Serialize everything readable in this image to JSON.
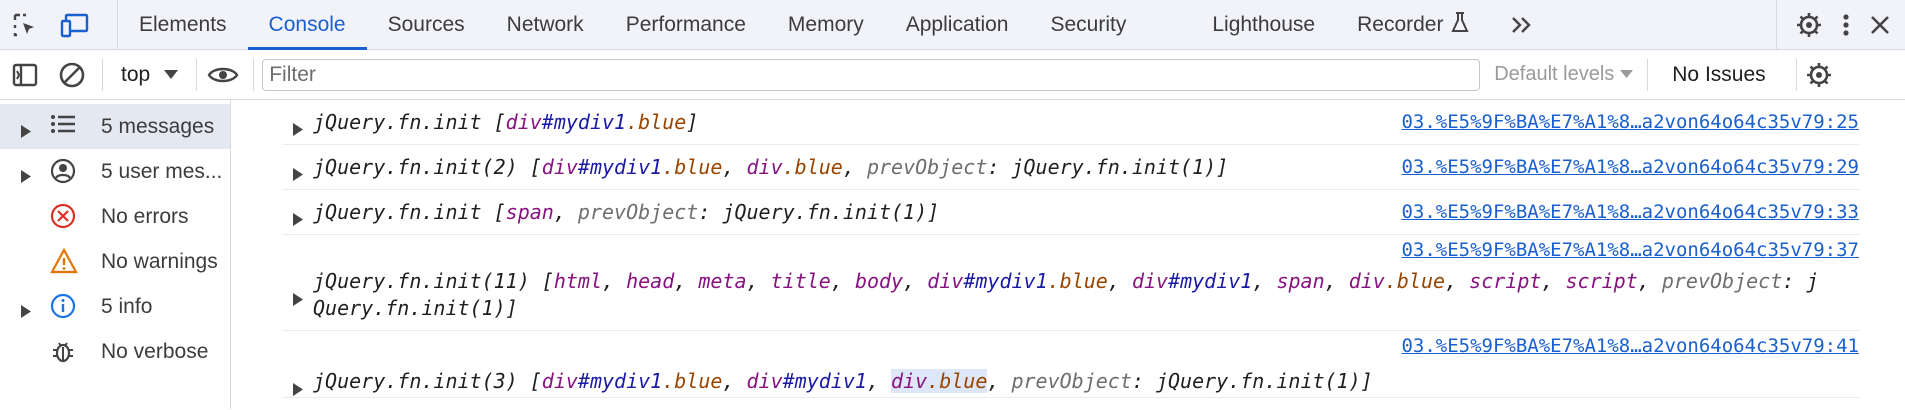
{
  "tabs": [
    "Elements",
    "Console",
    "Sources",
    "Network",
    "Performance",
    "Memory",
    "Application",
    "Security",
    "Lighthouse",
    "Recorder"
  ],
  "toolbar": {
    "context": "top",
    "filter_placeholder": "Filter",
    "levels": "Default levels",
    "issues": "No Issues"
  },
  "sidebar": [
    {
      "label": "5 messages",
      "icon": "list-icon",
      "expandable": true,
      "selected": true
    },
    {
      "label": "5 user mes...",
      "icon": "user-icon",
      "expandable": true,
      "selected": false
    },
    {
      "label": "No errors",
      "icon": "error-icon",
      "expandable": false,
      "selected": false
    },
    {
      "label": "No warnings",
      "icon": "warning-icon",
      "expandable": false,
      "selected": false
    },
    {
      "label": "5 info",
      "icon": "info-icon",
      "expandable": true,
      "selected": false
    },
    {
      "label": "No verbose",
      "icon": "bug-icon",
      "expandable": false,
      "selected": false
    }
  ],
  "messages": [
    {
      "source": "03.%E5%9F%BA%E7%A1%8…a2von64o64c35v79:25",
      "tokens": [
        [
          "p",
          "jQuery.fn.init ["
        ],
        [
          "el",
          "div"
        ],
        [
          "id",
          "#mydiv1"
        ],
        [
          "cls",
          ".blue"
        ],
        [
          "p",
          "]"
        ]
      ]
    },
    {
      "source": "03.%E5%9F%BA%E7%A1%8…a2von64o64c35v79:29",
      "tokens": [
        [
          "p",
          "jQuery.fn.init(2) ["
        ],
        [
          "el",
          "div"
        ],
        [
          "id",
          "#mydiv1"
        ],
        [
          "cls",
          ".blue"
        ],
        [
          "p",
          ", "
        ],
        [
          "el",
          "div"
        ],
        [
          "cls",
          ".blue"
        ],
        [
          "p",
          ", "
        ],
        [
          "key",
          "prevObject"
        ],
        [
          "p",
          ": jQuery.fn.init(1)]"
        ]
      ]
    },
    {
      "source": "03.%E5%9F%BA%E7%A1%8…a2von64o64c35v79:33",
      "tokens": [
        [
          "p",
          "jQuery.fn.init ["
        ],
        [
          "el",
          "span"
        ],
        [
          "p",
          ", "
        ],
        [
          "key",
          "prevObject"
        ],
        [
          "p",
          ": jQuery.fn.init(1)]"
        ]
      ]
    },
    {
      "source": "03.%E5%9F%BA%E7%A1%8…a2von64o64c35v79:37",
      "tokens": [
        [
          "p",
          "jQuery.fn.init(11) ["
        ],
        [
          "el",
          "html"
        ],
        [
          "p",
          ", "
        ],
        [
          "el",
          "head"
        ],
        [
          "p",
          ", "
        ],
        [
          "el",
          "meta"
        ],
        [
          "p",
          ", "
        ],
        [
          "el",
          "title"
        ],
        [
          "p",
          ", "
        ],
        [
          "el",
          "body"
        ],
        [
          "p",
          ", "
        ],
        [
          "el",
          "div"
        ],
        [
          "id",
          "#mydiv1"
        ],
        [
          "cls",
          ".blue"
        ],
        [
          "p",
          ", "
        ],
        [
          "el",
          "div"
        ],
        [
          "id",
          "#mydiv1"
        ],
        [
          "p",
          ", "
        ],
        [
          "el",
          "span"
        ],
        [
          "p",
          ", "
        ],
        [
          "el",
          "div"
        ],
        [
          "cls",
          ".blue"
        ],
        [
          "p",
          ", "
        ],
        [
          "el",
          "script"
        ],
        [
          "p",
          ", "
        ],
        [
          "el",
          "script"
        ],
        [
          "p",
          ", "
        ],
        [
          "key",
          "prevObject"
        ],
        [
          "p",
          ": j"
        ],
        [
          "br",
          ""
        ],
        [
          "p",
          "Query.fn.init(1)]"
        ]
      ]
    },
    {
      "source": "03.%E5%9F%BA%E7%A1%8…a2von64o64c35v79:41",
      "tokens": [
        [
          "p",
          "jQuery.fn.init(3) ["
        ],
        [
          "el",
          "div"
        ],
        [
          "id",
          "#mydiv1"
        ],
        [
          "cls",
          ".blue"
        ],
        [
          "p",
          ", "
        ],
        [
          "el",
          "div"
        ],
        [
          "id",
          "#mydiv1"
        ],
        [
          "p",
          ", "
        ],
        [
          "hl-el",
          "div"
        ],
        [
          "hl-cls",
          ".blue"
        ],
        [
          "p",
          ", "
        ],
        [
          "key",
          "prevObject"
        ],
        [
          "p",
          ": jQuery.fn.init(1)]"
        ]
      ]
    }
  ]
}
